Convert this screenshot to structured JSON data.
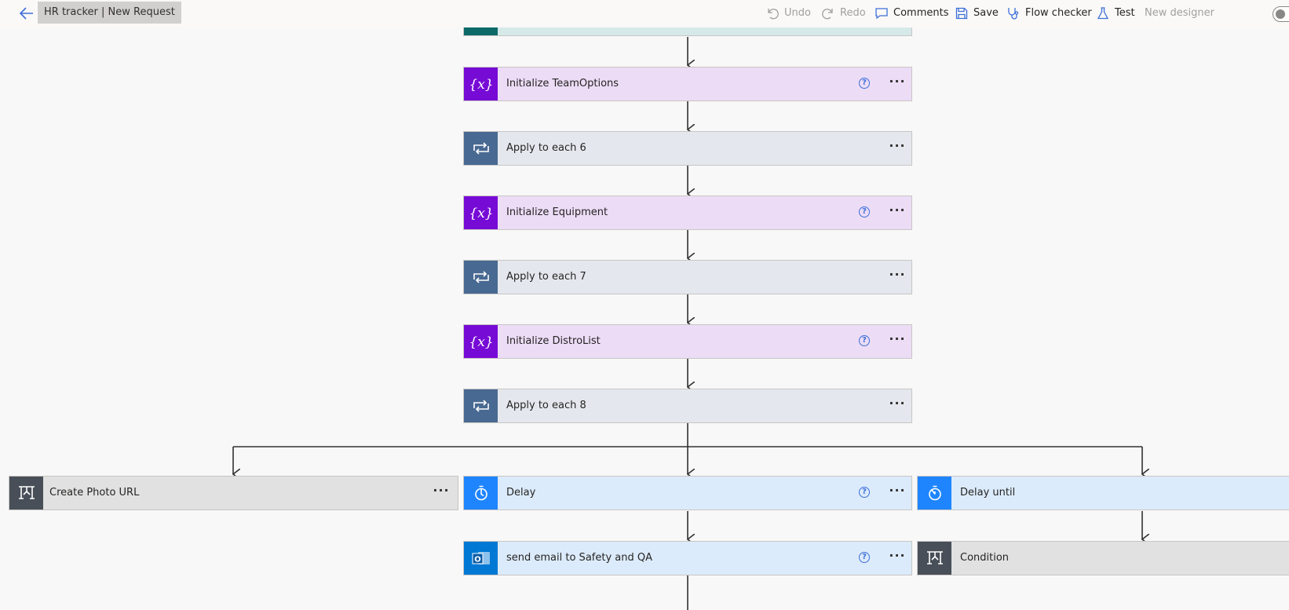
{
  "header": {
    "title": "HR tracker | New Request",
    "undo_label": "Undo",
    "redo_label": "Redo",
    "comments_label": "Comments",
    "save_label": "Save",
    "flow_checker_label": "Flow checker",
    "test_label": "Test",
    "new_designer_label": "New designer",
    "new_designer_on": false
  },
  "flow": {
    "actions": [
      {
        "label": "Initialize TeamOptions",
        "kind": "variable",
        "icon": "variable-icon",
        "has_help": true
      },
      {
        "label": "Apply to each 6",
        "kind": "loop",
        "icon": "loop-icon",
        "has_help": false
      },
      {
        "label": "Initialize Equipment",
        "kind": "variable",
        "icon": "variable-icon",
        "has_help": true
      },
      {
        "label": "Apply to each 7",
        "kind": "loop",
        "icon": "loop-icon",
        "has_help": false
      },
      {
        "label": "Initialize DistroList",
        "kind": "variable",
        "icon": "variable-icon",
        "has_help": true
      },
      {
        "label": "Apply to each 8",
        "kind": "loop",
        "icon": "loop-icon",
        "has_help": false
      }
    ],
    "branches": {
      "left": {
        "label": "Create Photo URL",
        "kind": "condition",
        "icon": "condition-icon",
        "has_help": false
      },
      "middle": {
        "label": "Delay",
        "kind": "schedule",
        "icon": "timer-icon",
        "has_help": true
      },
      "right": {
        "label": "Delay until",
        "kind": "schedule",
        "icon": "timer-icon",
        "has_help": false
      },
      "middle_next": {
        "label": "send email to Safety and QA",
        "kind": "outlook",
        "icon": "outlook-icon",
        "has_help": true
      },
      "right_next": {
        "label": "Condition",
        "kind": "condition",
        "icon": "condition-icon",
        "has_help": false
      }
    }
  },
  "colors": {
    "variable": "#770bd6",
    "loop": "#486991",
    "condition": "#484f58",
    "schedule": "#1f85ff",
    "outlook": "#0078d4",
    "accent": "#3d6fd8"
  }
}
